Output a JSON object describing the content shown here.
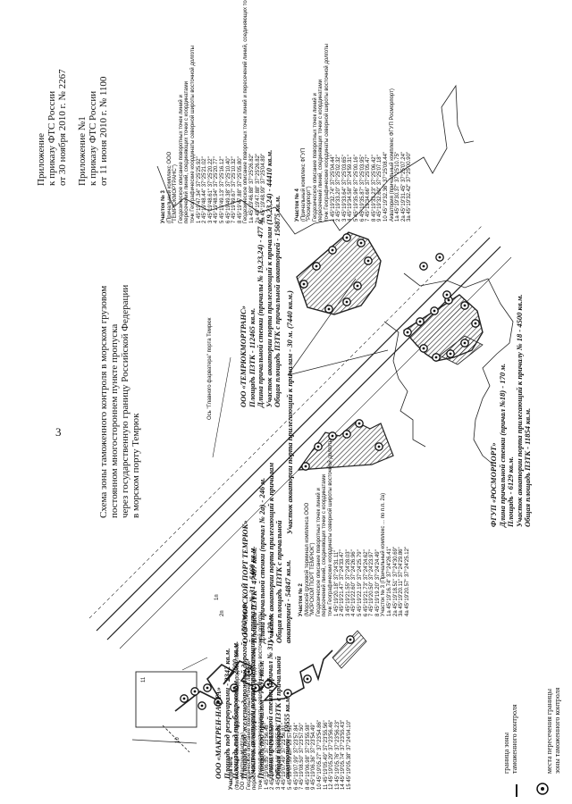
{
  "page_number": "3",
  "header": {
    "line1": "Приложение",
    "line2": "к приказу ФТС России",
    "line3": "от  30 ноября 2010 г. № 2267",
    "line4": "Приложение №1",
    "line5": "к приказу ФТС России",
    "line6": "от 11 июня 2010 г. № 1100"
  },
  "title_lines": [
    "Схема зоны таможенного контроля в морском грузовом",
    "постоянном многостороннем пункте пропуска",
    "через государственную границу Российской Федерации",
    "в морском порту Темрюк"
  ],
  "legend": {
    "line_label_1": "граница зоны",
    "line_label_2": "таможенного контроля",
    "point_label_1": "места пересечения границы",
    "point_label_2": "зоны таможенного контроля"
  },
  "companies": {
    "maktren": {
      "name": "ООО «МАКТРЕН-НАФТА»",
      "lines": [
        "Площадь под резервуарами - 2342 кв.м.",
        "Площадь под трубопроводом - 2600 кв.м.",
        "Площадь под железнодорожной дорогой - 1590 кв.м.",
        "Участок акватории порта прилегающий к причалу № 31 - 5460 кв.м.",
        "Площадь под причалом - 7451 кв.м.",
        "Длина причальной стенки (причал № 31) - 120 м.",
        "Общая площадь ПЗТК с причальной",
        "акваторией - 19555 кв.м."
      ]
    },
    "agrokompleks": {
      "name": "ООО «МОРСКОЙ ПОРТ ТЕМРЮК»",
      "lines": [
        "Площадь ПЗТК - 47407 кв.м.",
        "Длина причальной стенки (причал № 2а) - 246 м.",
        "Участок акватории порта прилегающий к причалам",
        "Общая площадь ПЗТК с причальной",
        "акваторией - 54847 кв.м."
      ],
      "water": "Участок акватории порта прилегающий к причалам - 30 м. (7440 кв.м.)"
    },
    "temryuk_mortrans": {
      "name": "ООО «ТЕМРЮКМОРТРАНС»",
      "lines": [
        "Площадь ПЗТК - 112465 кв.м.",
        "Длина причальной стенки (причалы № 19,23,24) - 477 м.",
        "Участок акватории порта прилегающий к причалам (19,23,24) - 44410 кв.м.",
        "Общая площадь ПЗТК с причальной акваторией - 156875 кв.м."
      ]
    },
    "rosmorport": {
      "name": "ФГУП «РОСМОРПОРТ»",
      "lines": [
        "Длина причальной стенки (причал №18) - 170 м.",
        "Площадь - 6129 кв.м.",
        "Участок акватории порта прилегающий к причалу № 18 - 4500 кв.м.",
        "Общая площадь ПЗТК - 11854 кв.м."
      ]
    }
  },
  "map_labels": {
    "channel": "Ось \"Главного фарватера\" порта Темрюк",
    "point_10": "10",
    "point_11": "11",
    "label_2p": "2п",
    "label_1p": "1п"
  },
  "tables": {
    "t1": {
      "title": "Участок № 1",
      "intro": [
        "(Филиальный комплекс связанных углеводородных танков",
        "ОО «Мактрен-Нафта»)",
        "Геодезическое описание поворотных точек линий и",
        "пересечений линий, соединяющих точки с координатами"
      ],
      "head": "точк  Географические координаты   северной широты   восточной долготы",
      "rows": [
        "1  45°19'06.55\"  37°23'56.48\"",
        "2  45°19'06.86\"  37°23'55.51\"",
        "3  45°19'07.10\"  37°23'55.80\"",
        "4  45°19'07.49\"  37°23'56.81\"",
        "5  45°19'07.53\"  37°23'57.51\"",
        "6  45°19'07.99\"  37°23'57.84\"",
        "7  45°19'08.50\"  37°23'57.50\"",
        "8  45°19'06.98\"  37°23'55.98\"",
        "9  45°19'06.36\"  37°23'54.49\"",
        "10 45°19'05.27\"  37°23'54.86\"",
        "11 45°19'05.49\"  37°23'55.56\"",
        "12 45°19'05.29\"  37°23'56.46\"",
        "13 45°19'05.76\"  37°23'56.23\"",
        "14 45°19'05.74\"  37°23'55.43\"",
        "15 45°19'05.38\"  37°24'04.10\""
      ]
    },
    "t2": {
      "title": "Участок № 2",
      "intro": [
        "(Морской грузовой терминал комплекса ООО",
        "\"МОРСКОЙ ПОРТ ТЕМРЮК\")",
        "Геодезическое описание поворотных точек линий и",
        "пересечений линий, соединяющих точки с координатами"
      ],
      "head": "точк  Географические координаты   северной широты   восточной долготы",
      "rows": [
        "1  45°19'20.18\"  37°24'31.11\"",
        "2  45°19'21.47\"  37°24'33.47\"",
        "3  45°19'21.55\"  37°24'28.03\"",
        "4  45°19'22.60\"  37°24'26.96\"",
        "5  45°19'22.19\"  37°24'25.79\"",
        "6  45°19'21.73\"  37°24'24.62\"",
        "7  45°19'20.50\"  37°24'23.97\"",
        "8  45°19'19.20\"  37°24'24.49\""
      ],
      "intro2": "Участок № 3 (Причальный комплекс ... по п.п. 2а)",
      "rows2": [
        "1а  45°19'16.74\"  37°24'26.41\"",
        "2а  45°19'18.51\"  37°24'30.69\"",
        "3а  45°19'20.11\"  37°24'29.86\"",
        "4а  45°19'20.57\"  37°24'25.12\""
      ]
    },
    "t3": {
      "title": "Участок № 3",
      "intro": [
        "(Причальный комплекс ООО",
        "\"ТЕМРЮКМОРТРАНС\")",
        "Геодезическое описание поворотных точек линий и",
        "пересечений линий, соединяющих точки с координатами"
      ],
      "head": "точк  Географические координаты   северной широты   восточной долготы",
      "rows": [
        "1  45°19'47.34\"  37°25'25.92\"",
        "2  45°19'48.44\"  37°25'21.02\"",
        "3  45°19'48.61\"  37°25'20.22\"",
        "4  45°19'48.94\"  37°25'20.77\"",
        "5  45°19'49.13\"  37°25'16.12\"",
        "6  45°19'49.38\"  37°25'10.40\"",
        "7  45°19'49.67\"  37°25'10.32\"",
        "8  45°19'47.88\"  37°25'05.80\""
      ],
      "intro2": "Геодезическое описание поворотных точек линий и пересечений линий, соединяющих точки с координатами",
      "rows2": [
        "1а  45°19'46.88\"  37°25'26.82\"",
        "2а  45°19'47.88\"  37°25'26.82\"",
        "3а  45°19'48.99\"  37°25'04.89\""
      ]
    },
    "t4": {
      "title": "Участок № 4",
      "intro": [
        "(Причальный комплекс ФГУП",
        "\"Росморпорт\")",
        "Геодезическое описание поворотных точек линий и",
        "пересечений линий, соединяющих точки с координатами"
      ],
      "head": "точк  Географические координаты   северной широты   восточной долготы",
      "rows": [
        "1  45°19'32.74\"  37°25'04.44\"",
        "2  45°19'33.20\"  37°25'02.32\"",
        "3  45°19'33.64\"  37°25'03.65\"",
        "4  45°19'34.58\"  37°24'59.31\"",
        "5  45°19'35.96\"  37°25'00.16\"",
        "6  45°19'35.87\"  37°25'03.95\"",
        "7  45°19'34.66\"  37°25'05.47\"",
        "8  45°19'33.23\"  37°25'06.42\"",
        "9  45°19'32.60\"  37°25'07.18\"",
        "10 45°19'32.36\"  37°25'08.44\""
      ],
      "intro2": "Акватория (причальный комплекс ФГУП Росморпорт)",
      "rows2": [
        "1а  45°19'30.37\"  37°25'10.75\"",
        "2а  45°19'31.45\"  37°25'07.24\"",
        "3а  45°19'32.42\"  37°25'00.90\""
      ]
    }
  }
}
